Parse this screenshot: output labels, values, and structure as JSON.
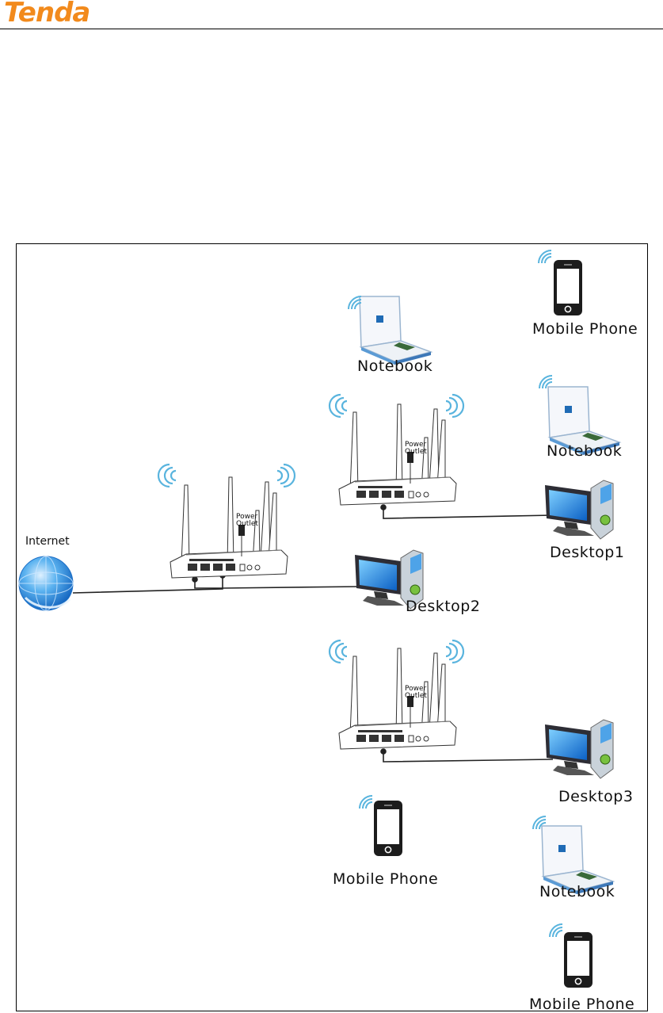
{
  "brand": {
    "logo": "Tenda",
    "logo_color": "#f28a1c"
  },
  "labels": {
    "internet": "Internet",
    "mobile_phone_top": "Mobile Phone",
    "notebook_top": "Notebook",
    "notebook_right": "Notebook",
    "desktop1": "Desktop1",
    "desktop2": "Desktop2",
    "desktop3": "Desktop3",
    "mobile_phone_mid": "Mobile Phone",
    "notebook_bottom": "Notebook",
    "mobile_phone_bottom": "Mobile Phone"
  },
  "router_text": {
    "power": "Power",
    "outlet": "Outlet"
  },
  "icons": [
    "router-icon",
    "globe-icon",
    "notebook-icon",
    "mobile-phone-icon",
    "desktop-icon",
    "wifi-signal-icon"
  ],
  "colors": {
    "wifi": "#4aa8d8",
    "screen": "#1e7fd8",
    "globe": "#2b8fe0"
  }
}
